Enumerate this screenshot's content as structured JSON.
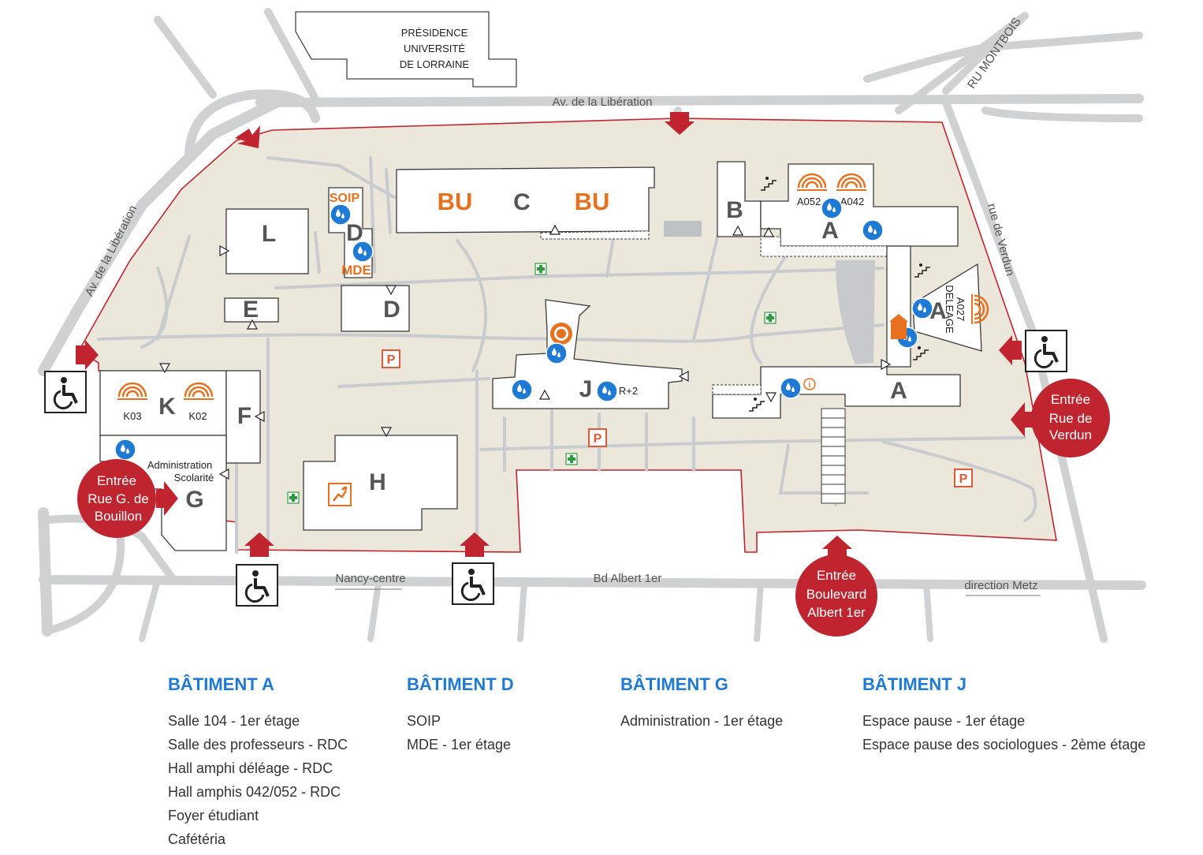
{
  "streets": {
    "top": "Av. de la Libération",
    "left": "Av. de la Libération",
    "bottom": "Bd Albert 1er",
    "nancy": "Nancy-centre",
    "metz": "direction Metz",
    "verdun": "rue de Verdun",
    "montbois": "RU MONTBOIS"
  },
  "presidence": [
    "PRÉSIDENCE",
    "UNIVERSITÉ",
    "DE LORRAINE"
  ],
  "buildings": {
    "L": "L",
    "E": "E",
    "D1": "D",
    "D2": "D",
    "C": "C",
    "BU1": "BU",
    "BU2": "BU",
    "B": "B",
    "A1": "A",
    "A2": "A",
    "A3": "A",
    "J": "J",
    "K": "K",
    "F": "F",
    "G": "G",
    "H": "H"
  },
  "labels": {
    "soip": "SOIP",
    "mde": "MDE",
    "a052": "A052",
    "a042": "A042",
    "a027": "A027",
    "deleage": "DELEAGE",
    "k03": "K03",
    "k02": "K02",
    "r2": "R+2",
    "admin1": "Administration",
    "admin2": "Scolarité",
    "parking": "P"
  },
  "entrances": {
    "bouillon": [
      "Entrée",
      "Rue G. de",
      "Bouillon"
    ],
    "verdun": [
      "Entrée",
      "Rue de",
      "Verdun"
    ],
    "albert": [
      "Entrée",
      "Boulevard",
      "Albert 1er"
    ]
  },
  "legend": [
    {
      "title": "BÂTIMENT A",
      "items": [
        "Salle 104 - 1er étage",
        "Salle des professeurs - RDC",
        "Hall amphi déléage - RDC",
        "Hall amphis 042/052  - RDC",
        "Foyer étudiant",
        "Cafétéria"
      ]
    },
    {
      "title": "BÂTIMENT D",
      "items": [
        "SOIP",
        "MDE - 1er étage"
      ]
    },
    {
      "title": "BÂTIMENT G",
      "items": [
        "Administration - 1er étage"
      ]
    },
    {
      "title": "BÂTIMENT J",
      "items": [
        "Espace pause - 1er étage",
        "Espace pause des sociologues - 2ème étage"
      ]
    }
  ],
  "colors": {
    "campus": "#ece7db",
    "border": "#c0242f",
    "road": "#cfd1d3",
    "accent": "#1f7ad6",
    "orange": "#e8711f"
  }
}
